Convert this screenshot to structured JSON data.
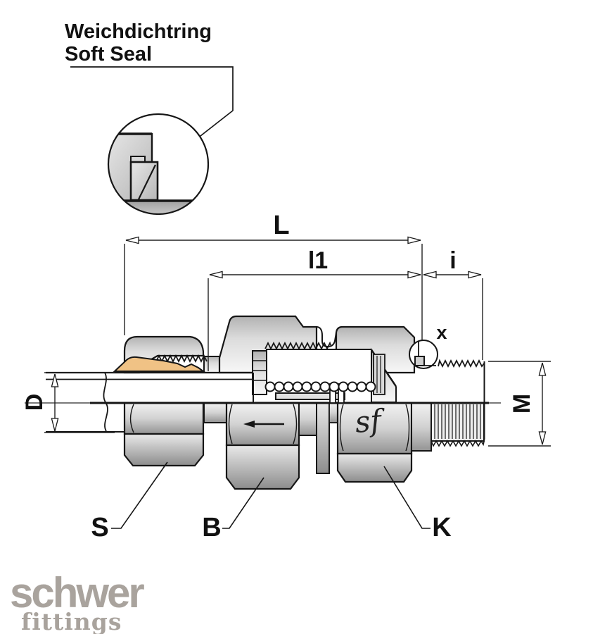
{
  "callout": {
    "line1": "Weichdichtring",
    "line2": "Soft Seal"
  },
  "dimensions": {
    "overall_length": "L",
    "body_length": "l1",
    "thread_length": "i",
    "tube_diameter": "D",
    "thread_size": "M",
    "seal_detail": "x"
  },
  "part_labels": {
    "swivel_nut": "S",
    "body": "B",
    "cap_nut": "K"
  },
  "engraving": "sf",
  "brand": {
    "name": "schwer",
    "sub": "fittings"
  },
  "colors": {
    "seal_ring": "#f0c285",
    "logo_gray": "#a9a39d",
    "line": "#161616",
    "metal_light": "#f6f6f6",
    "metal_dark": "#9c9c9c"
  }
}
